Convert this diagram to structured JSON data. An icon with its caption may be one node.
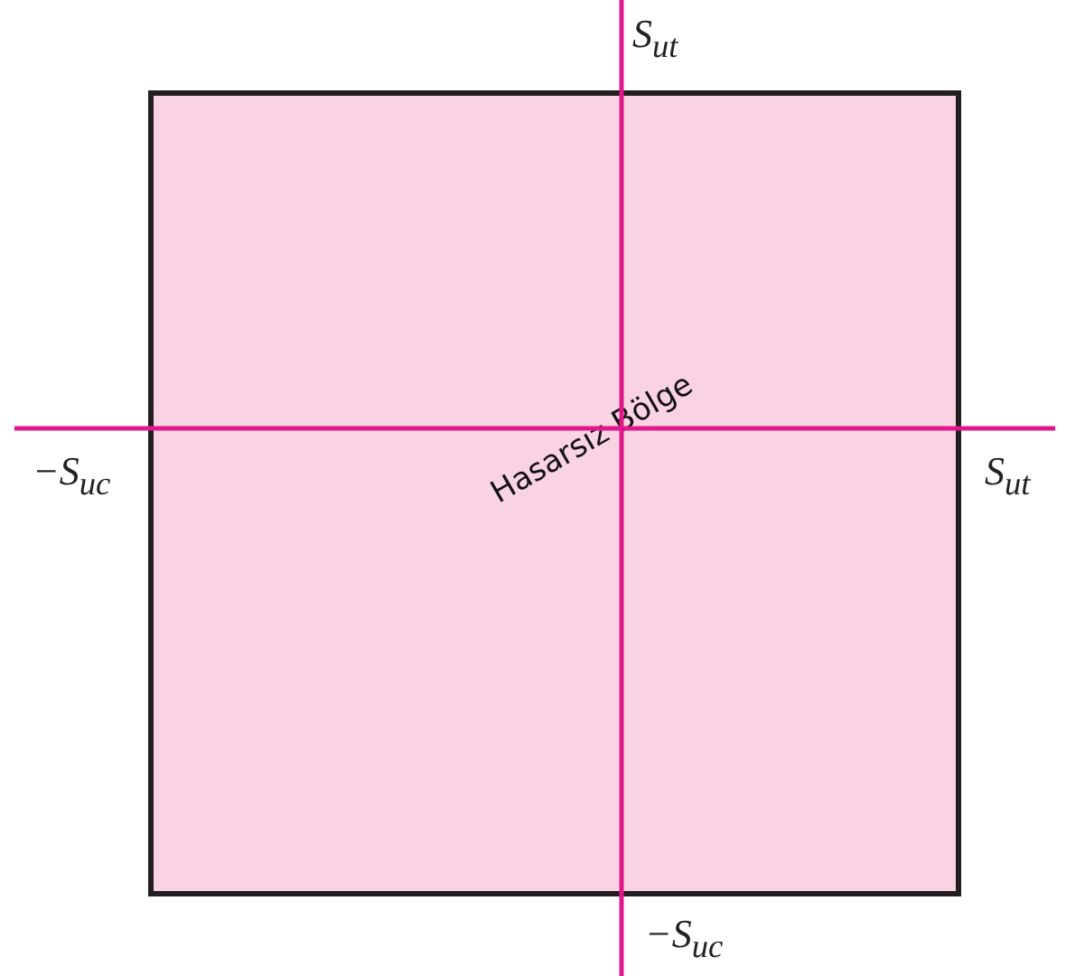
{
  "diagram": {
    "nodes": [
      {
        "text": [
          "Hasarsız Bölge"
        ]
      }
    ],
    "labels": [
      "S$_{ut}$",
      "−S$_{uc}$",
      "S$_{ut}$",
      "−S$_{uc}$"
    ]
  }
}
